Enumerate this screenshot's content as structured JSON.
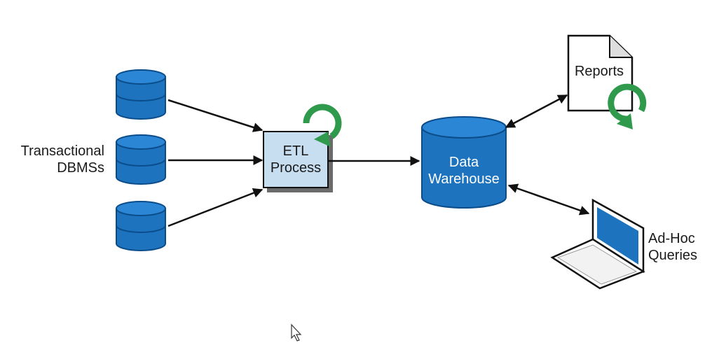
{
  "diagram": {
    "sources_label": {
      "line1": "Transactional",
      "line2": "DBMSs"
    },
    "etl_label": {
      "line1": "ETL",
      "line2": "Process"
    },
    "warehouse_label": {
      "line1": "Data",
      "line2": "Warehouse"
    },
    "reports_label": "Reports",
    "queries_label": {
      "line1": "Ad-Hoc",
      "line2": "Queries"
    }
  },
  "colors": {
    "db_blue": "#1e73be",
    "db_blue_dark": "#0b4c8a",
    "etl_box_fill": "#c6def0",
    "refresh_green": "#2f9a4b",
    "arrow": "#111111"
  },
  "icons": [
    "database-icon",
    "refresh-icon",
    "document-icon",
    "laptop-icon",
    "cursor-icon"
  ]
}
